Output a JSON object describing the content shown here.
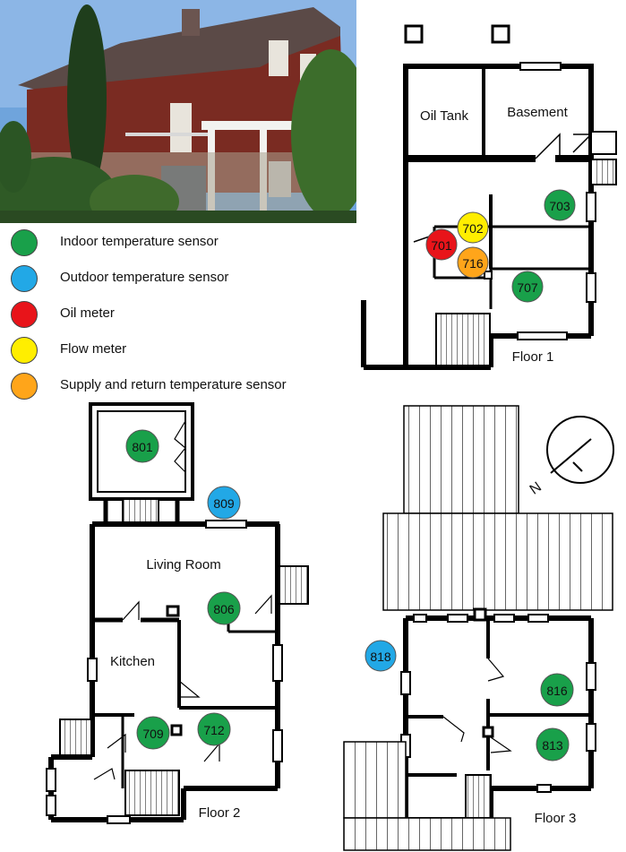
{
  "legend": [
    {
      "label": "Indoor temperature sensor",
      "color": "#19a04a"
    },
    {
      "label": "Outdoor temperature sensor",
      "color": "#22a8e6"
    },
    {
      "label": "Oil meter",
      "color": "#e8141a"
    },
    {
      "label": "Flow meter",
      "color": "#ffee00"
    },
    {
      "label": "Supply and return temperature sensor",
      "color": "#ffa51a"
    }
  ],
  "floor1": {
    "title": "Floor 1",
    "rooms": {
      "oil_tank": "Oil Tank",
      "basement": "Basement"
    },
    "sensors": {
      "s703": "703",
      "s702": "702",
      "s701": "701",
      "s716": "716",
      "s707": "707"
    }
  },
  "floor2": {
    "title": "Floor 2",
    "rooms": {
      "living_room": "Living Room",
      "kitchen": "Kitchen"
    },
    "sensors": {
      "s801": "801",
      "s809": "809",
      "s806": "806",
      "s709": "709",
      "s712": "712"
    }
  },
  "floor3": {
    "title": "Floor 3",
    "sensors": {
      "s818": "818",
      "s816": "816",
      "s813": "813"
    }
  },
  "compass": {
    "letter": "N"
  },
  "photo": {
    "subject": "house-photo",
    "sky": "#6fa4dc",
    "wall": "#7a2b22",
    "roof": "#5b4a47",
    "foliage": "#2f5a26"
  }
}
